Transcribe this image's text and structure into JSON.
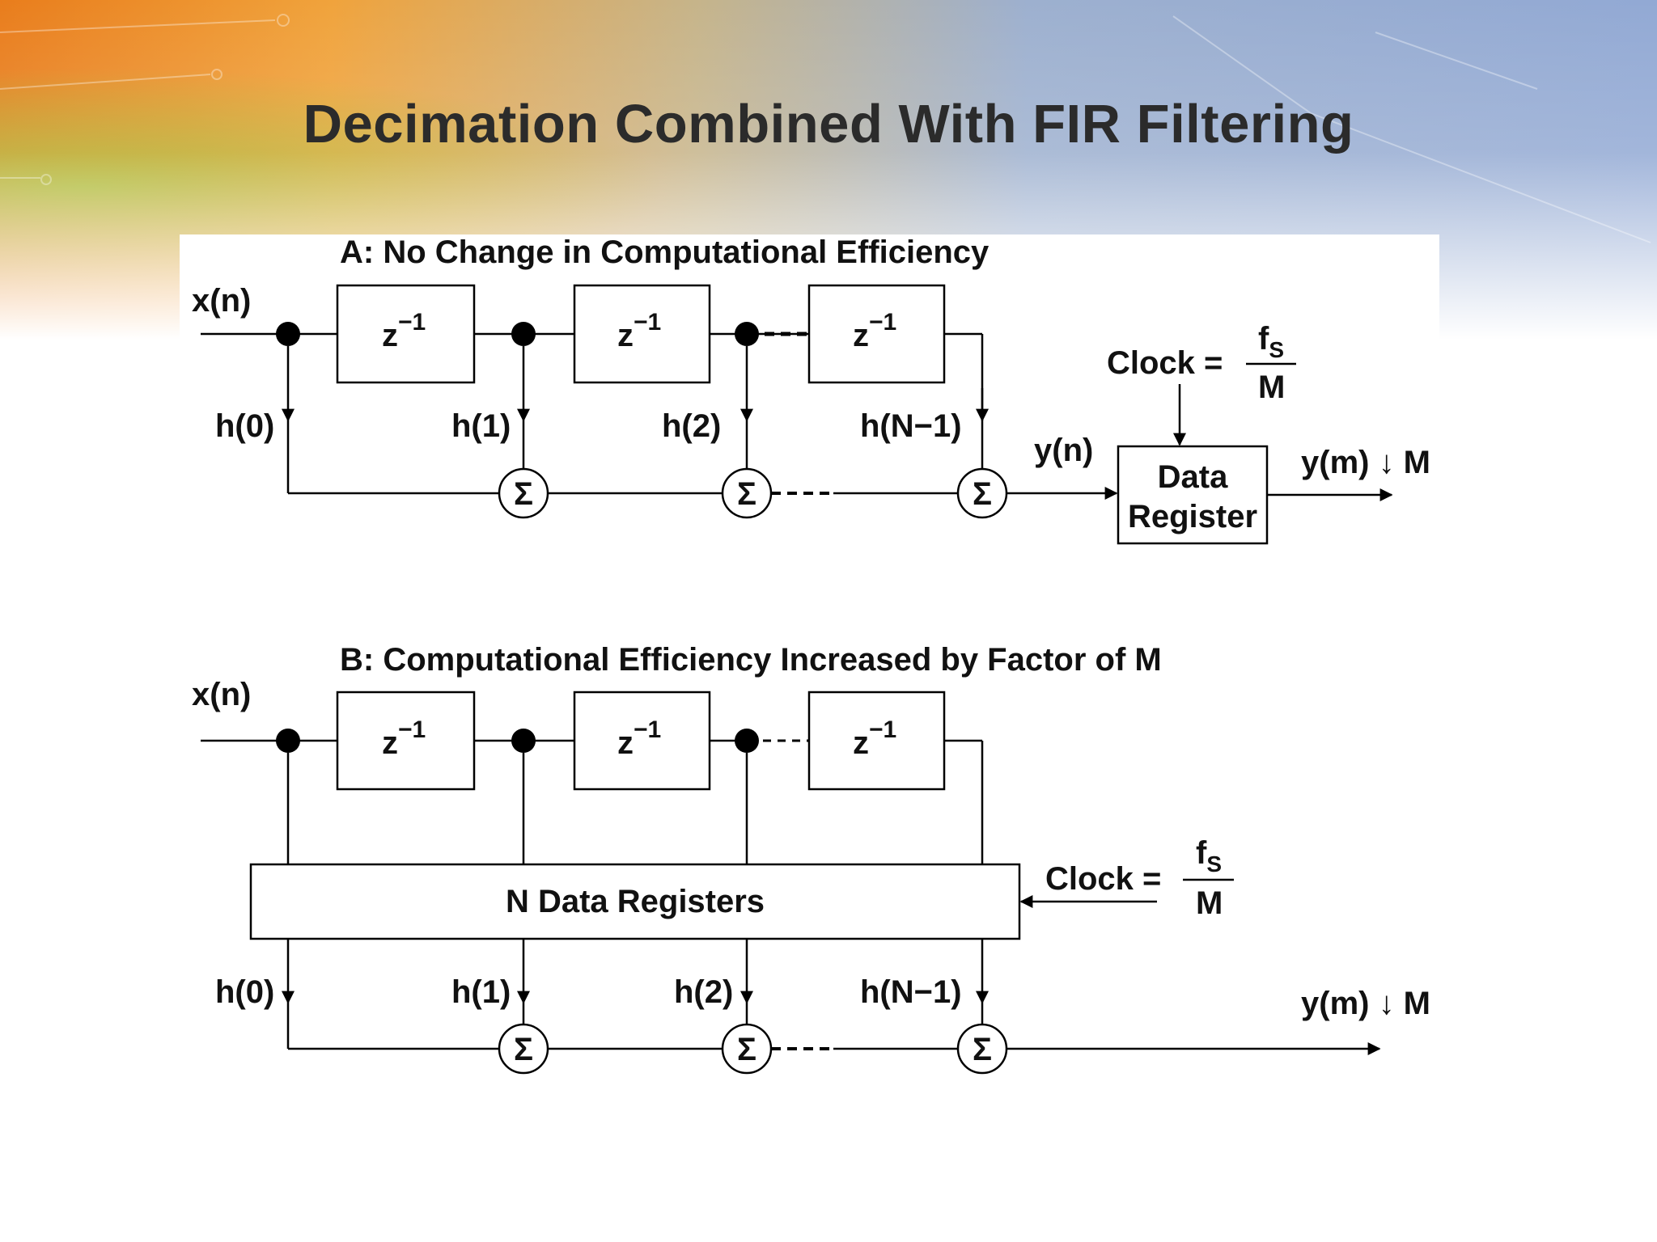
{
  "slide": {
    "title": "Decimation Combined With FIR Filtering"
  },
  "section_a": {
    "title": "A: No Change in Computational Efficiency",
    "input_label": "x(n)",
    "delay_label": "z",
    "delay_exponent": "−1",
    "taps": [
      "h(0)",
      "h(1)",
      "h(2)",
      "h(N−1)"
    ],
    "sum_symbol": "Σ",
    "output_label": "y(n)",
    "clock_label": "Clock =",
    "clock_numerator": "f",
    "clock_numerator_sub": "S",
    "clock_denominator": "M",
    "register_line1": "Data",
    "register_line2": "Register",
    "decimated_output": "y(m) ↓ M"
  },
  "section_b": {
    "title": "B: Computational Efficiency Increased by Factor of M",
    "input_label": "x(n)",
    "delay_label": "z",
    "delay_exponent": "−1",
    "registers_label": "N Data Registers",
    "clock_label": "Clock =",
    "clock_numerator": "f",
    "clock_numerator_sub": "S",
    "clock_denominator": "M",
    "taps": [
      "h(0)",
      "h(1)",
      "h(2)",
      "h(N−1)"
    ],
    "sum_symbol": "Σ",
    "decimated_output": "y(m) ↓ M"
  }
}
